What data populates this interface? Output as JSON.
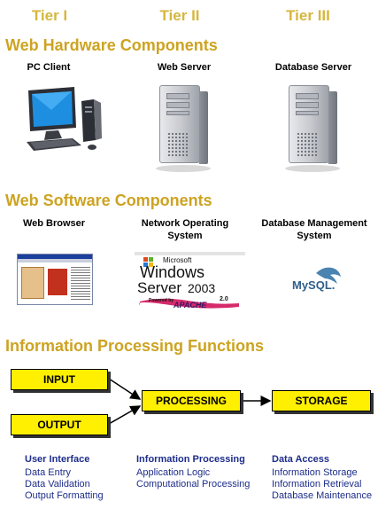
{
  "tiers": [
    "Tier I",
    "Tier II",
    "Tier III"
  ],
  "sections": {
    "hardware": "Web Hardware Components",
    "software": "Web Software Components",
    "functions": "Information Processing Functions"
  },
  "hardware": {
    "items": [
      {
        "label": "PC Client",
        "icon": "pc-client-icon"
      },
      {
        "label": "Web Server",
        "icon": "server-tower-icon"
      },
      {
        "label": "Database Server",
        "icon": "server-tower-icon"
      }
    ]
  },
  "software": {
    "items": [
      {
        "label_lines": [
          "Web Browser"
        ],
        "icon": "web-browser-screenshot-icon"
      },
      {
        "label_lines": [
          "Network Operating",
          "System"
        ],
        "icon": "windows-server-logo-icon"
      },
      {
        "label_lines": [
          "Database Management",
          "System"
        ],
        "icon": "mysql-logo-icon"
      }
    ],
    "windows_logo": {
      "line1": "Microsoft",
      "line2": "Windows",
      "line3": "Server",
      "year": "2003",
      "powered_by": "Powered by",
      "apache": "APACHE",
      "apache_version": "2.0"
    },
    "mysql_logo": "MySQL."
  },
  "flow": {
    "boxes": {
      "input": "INPUT",
      "output": "OUTPUT",
      "processing": "PROCESSING",
      "storage": "STORAGE"
    }
  },
  "functions": {
    "columns": [
      {
        "heading": "User Interface",
        "items": [
          "Data Entry",
          "Data Validation",
          "Output Formatting"
        ]
      },
      {
        "heading": "Information Processing",
        "items": [
          "Application Logic",
          "Computational Processing"
        ]
      },
      {
        "heading": "Data Access",
        "items": [
          "Information Storage",
          "Information Retrieval",
          "Database Maintenance"
        ]
      }
    ]
  },
  "colors": {
    "tier_text": "#d6b73e",
    "section_title": "#cda321",
    "flow_box_fill": "#ffef00",
    "function_text": "#1d2d8a"
  }
}
